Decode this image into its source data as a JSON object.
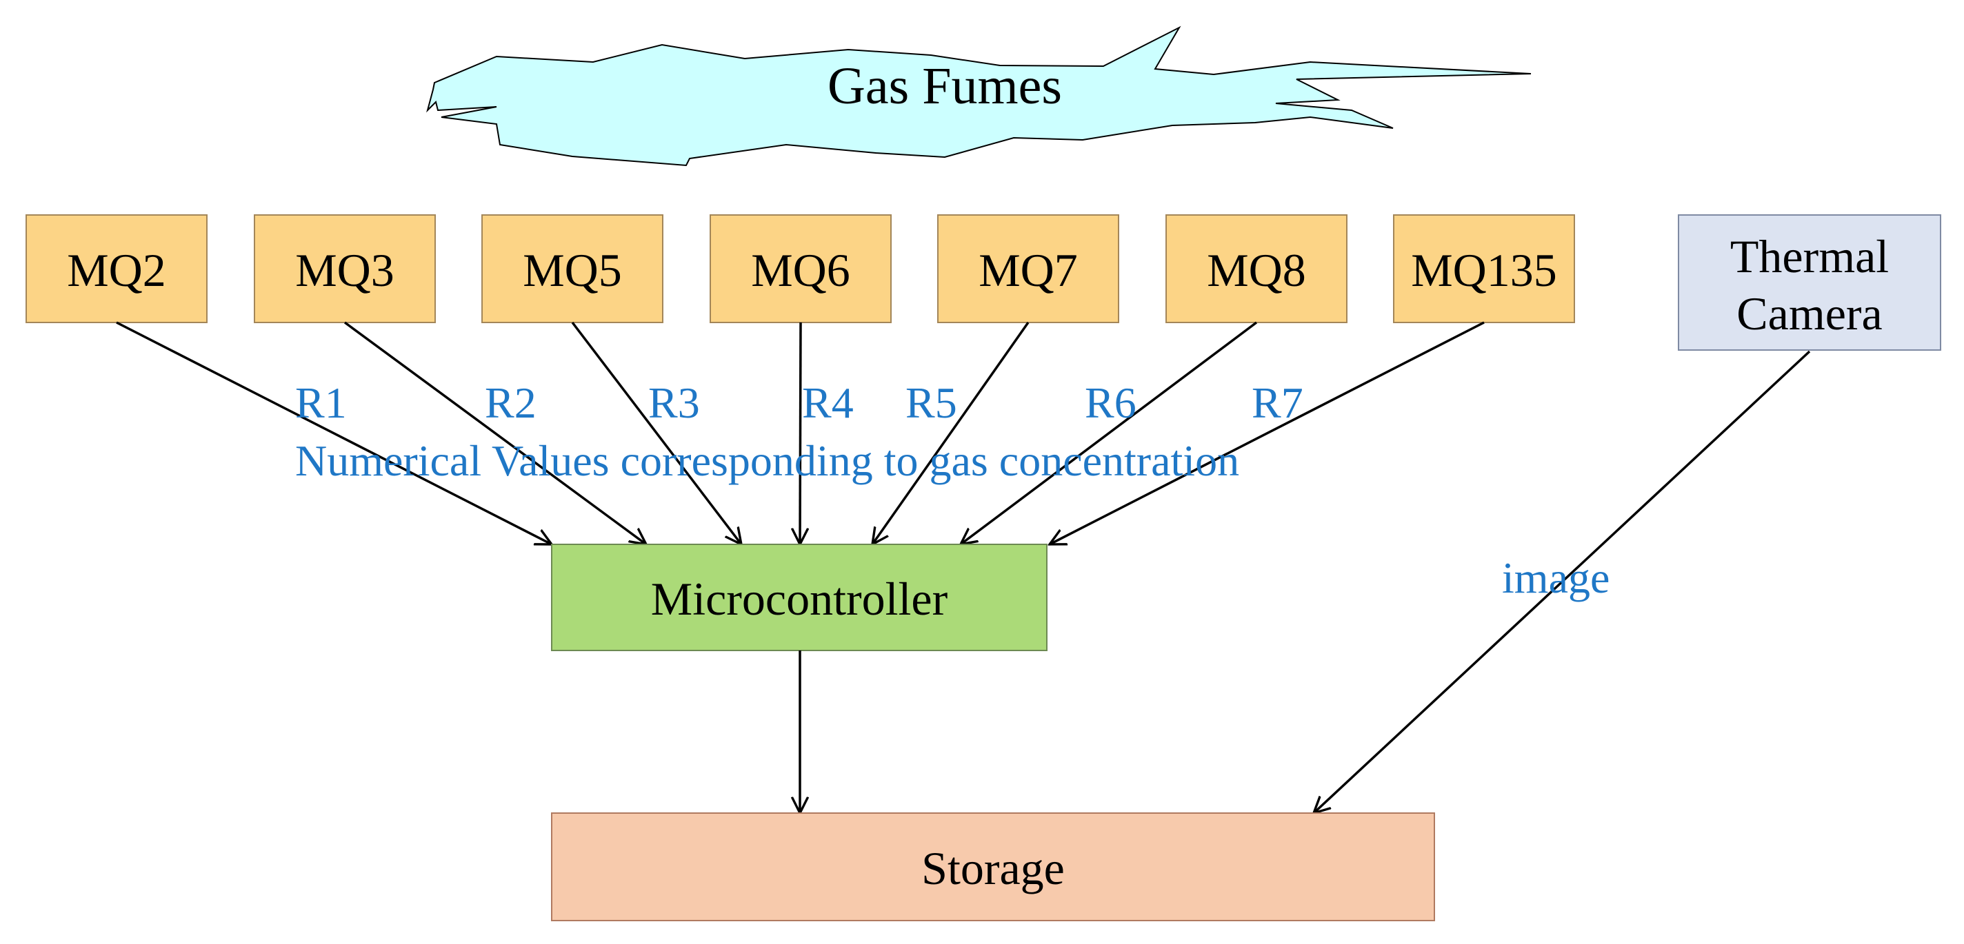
{
  "colors": {
    "sensor_fill": "#fcd486",
    "sensor_stroke": "#a38659",
    "camera_fill": "#dce3f1",
    "camera_stroke": "#7f8aa3",
    "mcu_fill": "#abda78",
    "mcu_stroke": "#6d8a52",
    "storage_fill": "#f7caac",
    "storage_stroke": "#b07a60",
    "cloud_fill": "#ccffff",
    "label_blue": "#1f77c6",
    "arrow": "#000000"
  },
  "cloud": {
    "label": "Gas Fumes"
  },
  "sensors": [
    {
      "label": "MQ2",
      "reading": "R1"
    },
    {
      "label": "MQ3",
      "reading": "R2"
    },
    {
      "label": "MQ5",
      "reading": "R3"
    },
    {
      "label": "MQ6",
      "reading": "R4"
    },
    {
      "label": "MQ7",
      "reading": "R5"
    },
    {
      "label": "MQ8",
      "reading": "R6"
    },
    {
      "label": "MQ135",
      "reading": "R7"
    }
  ],
  "readings_caption": "Numerical Values corresponding to gas concentration",
  "camera": {
    "label_line1": "Thermal",
    "label_line2": "Camera"
  },
  "camera_edge_label": "image",
  "microcontroller": {
    "label": "Microcontroller"
  },
  "storage": {
    "label": "Storage"
  }
}
